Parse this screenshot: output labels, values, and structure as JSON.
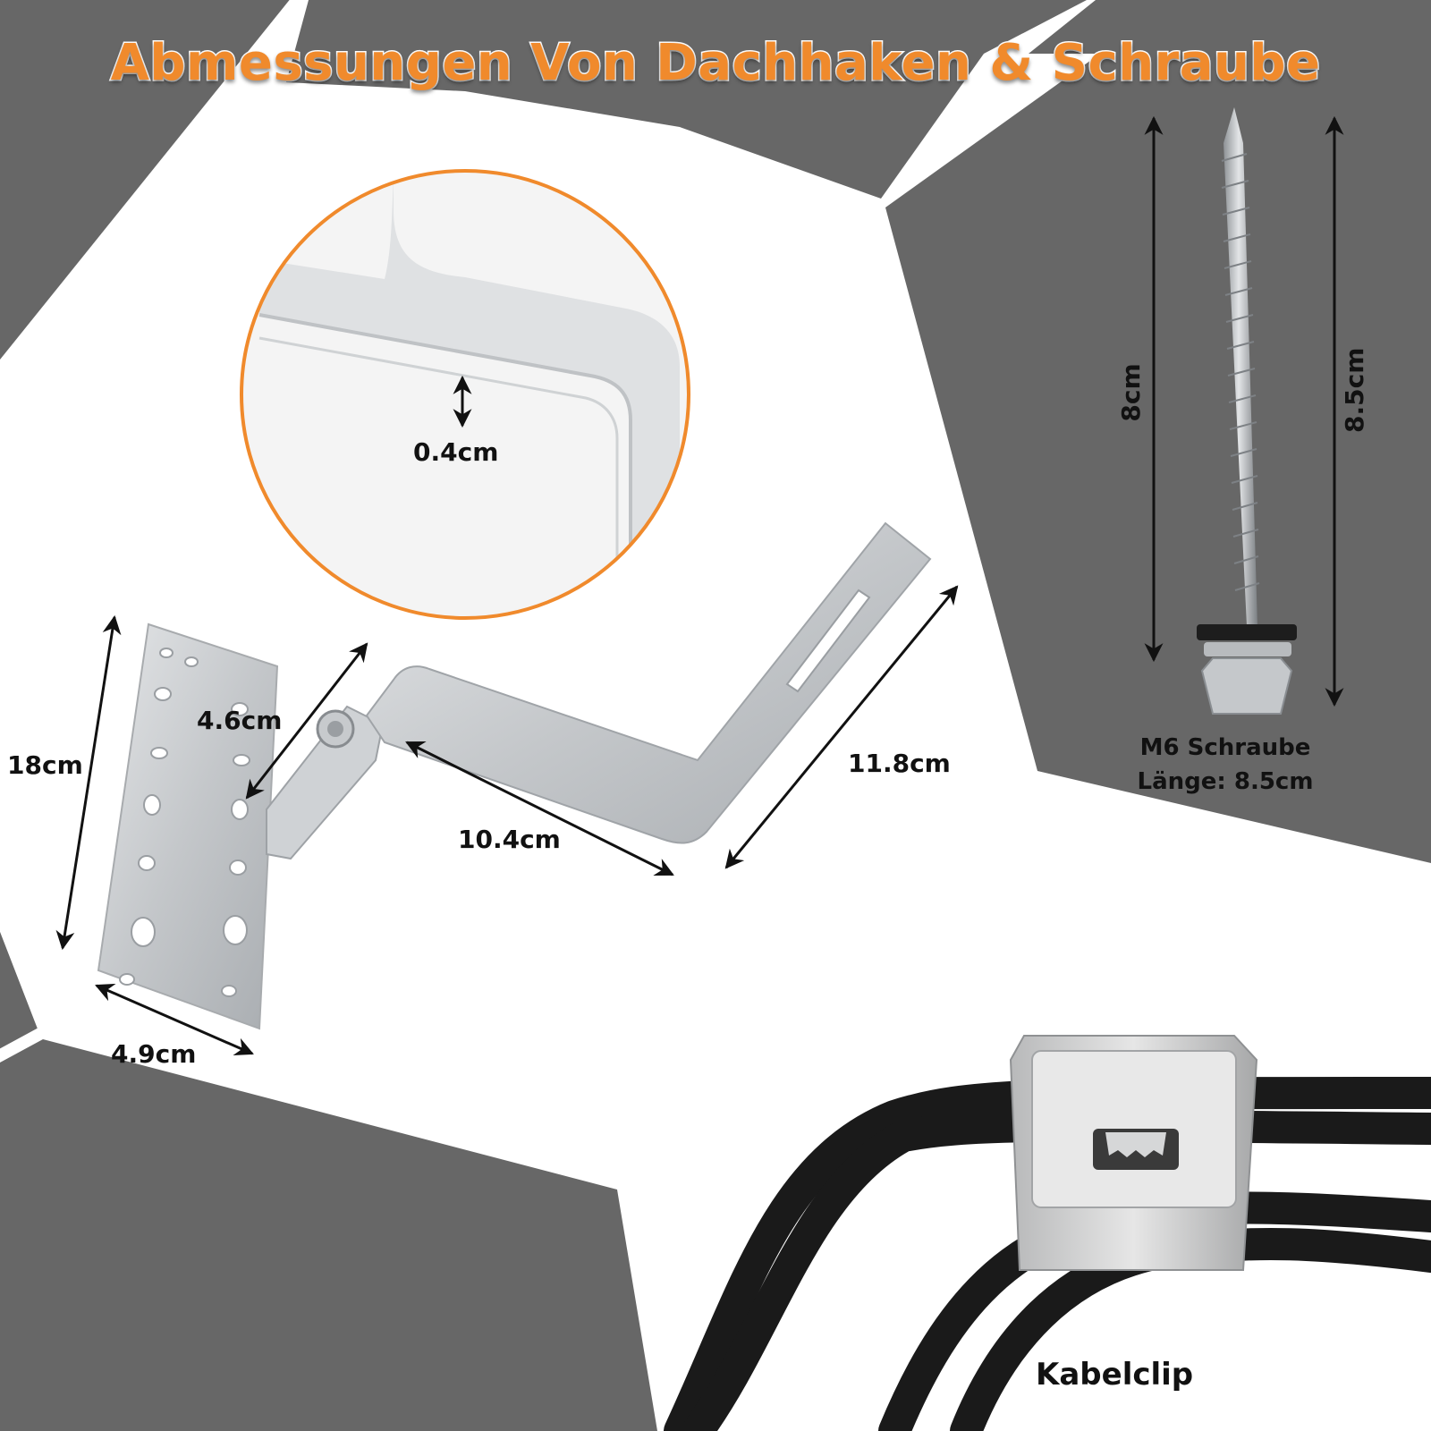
{
  "title": "Abmessungen Von Dachhaken & Schraube",
  "colors": {
    "accent_orange": "#f08a2c",
    "panel_gray": "#676767",
    "background_white": "#ffffff",
    "metal_silver": "#c9cbcd",
    "cable_black": "#1a1a1a"
  },
  "hook": {
    "thickness_label": "0.4cm",
    "plate_height_label": "18cm",
    "plate_width_label": "4.9cm",
    "adjuster_label": "4.6cm",
    "arm_label": "10.4cm",
    "tip_label": "11.8cm"
  },
  "screw": {
    "thread_length_label": "8cm",
    "total_length_label": "8.5cm",
    "name": "M6 Schraube",
    "length_text": "Länge: 8.5cm"
  },
  "clip": {
    "name": "Kabelclip"
  }
}
